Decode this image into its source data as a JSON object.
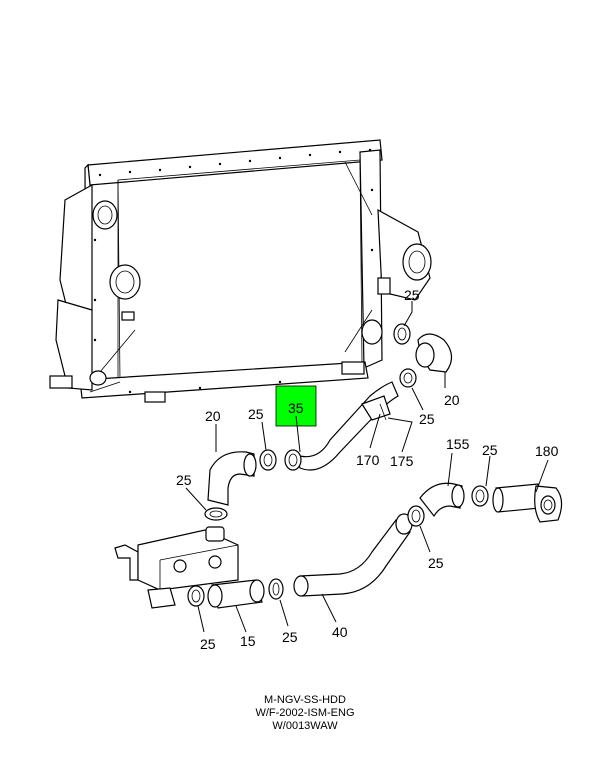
{
  "highlight_color": "#00ff00",
  "callouts": {
    "c25_top": "25",
    "c20_right": "20",
    "c35": "35",
    "c20_left": "20",
    "c25_left_upper": "25",
    "c25_right_mid": "25",
    "c170": "170",
    "c175": "175",
    "c25_left_mid": "25",
    "c155": "155",
    "c25_far_right": "25",
    "c180": "180",
    "c25_lower_mid": "25",
    "c25_bottom_left": "25",
    "c15": "15",
    "c25_bottom_mid": "25",
    "c40": "40"
  },
  "caption": {
    "line1": "M-NGV-SS-HDD",
    "line2": "W/F-2002-ISM-ENG",
    "line3": "W/0013WAW"
  }
}
